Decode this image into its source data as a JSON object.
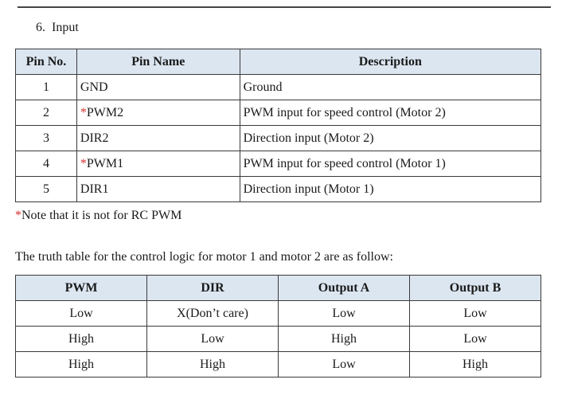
{
  "section": {
    "number": "6.",
    "title": "Input"
  },
  "pin_table": {
    "headers": [
      "Pin No.",
      "Pin Name",
      "Description"
    ],
    "rows": [
      {
        "no": "1",
        "marker": "",
        "name": "GND",
        "desc": "Ground"
      },
      {
        "no": "2",
        "marker": "*",
        "name": "PWM2",
        "desc": "PWM input for speed control (Motor 2)"
      },
      {
        "no": "3",
        "marker": "",
        "name": "DIR2",
        "desc": "Direction input (Motor 2)"
      },
      {
        "no": "4",
        "marker": "*",
        "name": "PWM1",
        "desc": "PWM input for speed control (Motor 1)"
      },
      {
        "no": "5",
        "marker": "",
        "name": "DIR1",
        "desc": "Direction input (Motor 1)"
      }
    ]
  },
  "note": {
    "marker": "*",
    "text": "Note that it is not for RC PWM"
  },
  "truth_intro": "The truth table for the control logic for motor 1 and motor 2 are as follow:",
  "truth_table": {
    "headers": [
      "PWM",
      "DIR",
      "Output A",
      "Output B"
    ],
    "rows": [
      [
        "Low",
        "X(Don’t care)",
        "Low",
        "Low"
      ],
      [
        "High",
        "Low",
        "High",
        "Low"
      ],
      [
        "High",
        "High",
        "Low",
        "High"
      ]
    ]
  },
  "colors": {
    "header_fill": "#dce6f1",
    "marker": "#d32f2f"
  }
}
